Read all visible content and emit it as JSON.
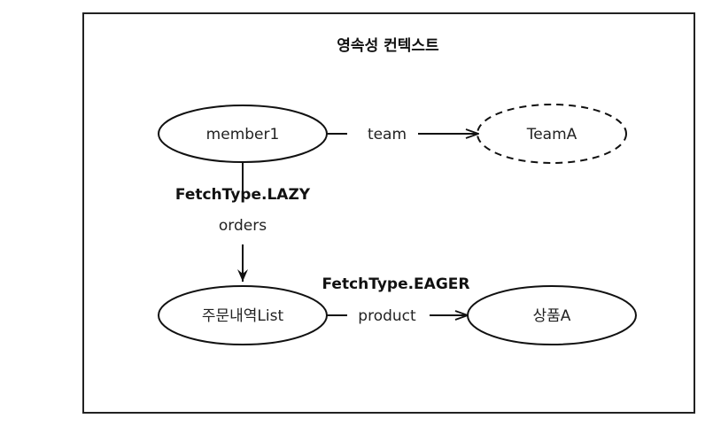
{
  "title": "영속성 컨텍스트",
  "nodes": {
    "member": "member1",
    "team": "TeamA",
    "orders": "주문내역List",
    "product": "상품A"
  },
  "edges": {
    "team_label": "team",
    "orders_label": "orders",
    "product_label": "product"
  },
  "annotations": {
    "lazy": "FetchType.LAZY",
    "eager": "FetchType.EAGER"
  },
  "styles": {
    "line_color": "#111111",
    "background": "#ffffff"
  }
}
